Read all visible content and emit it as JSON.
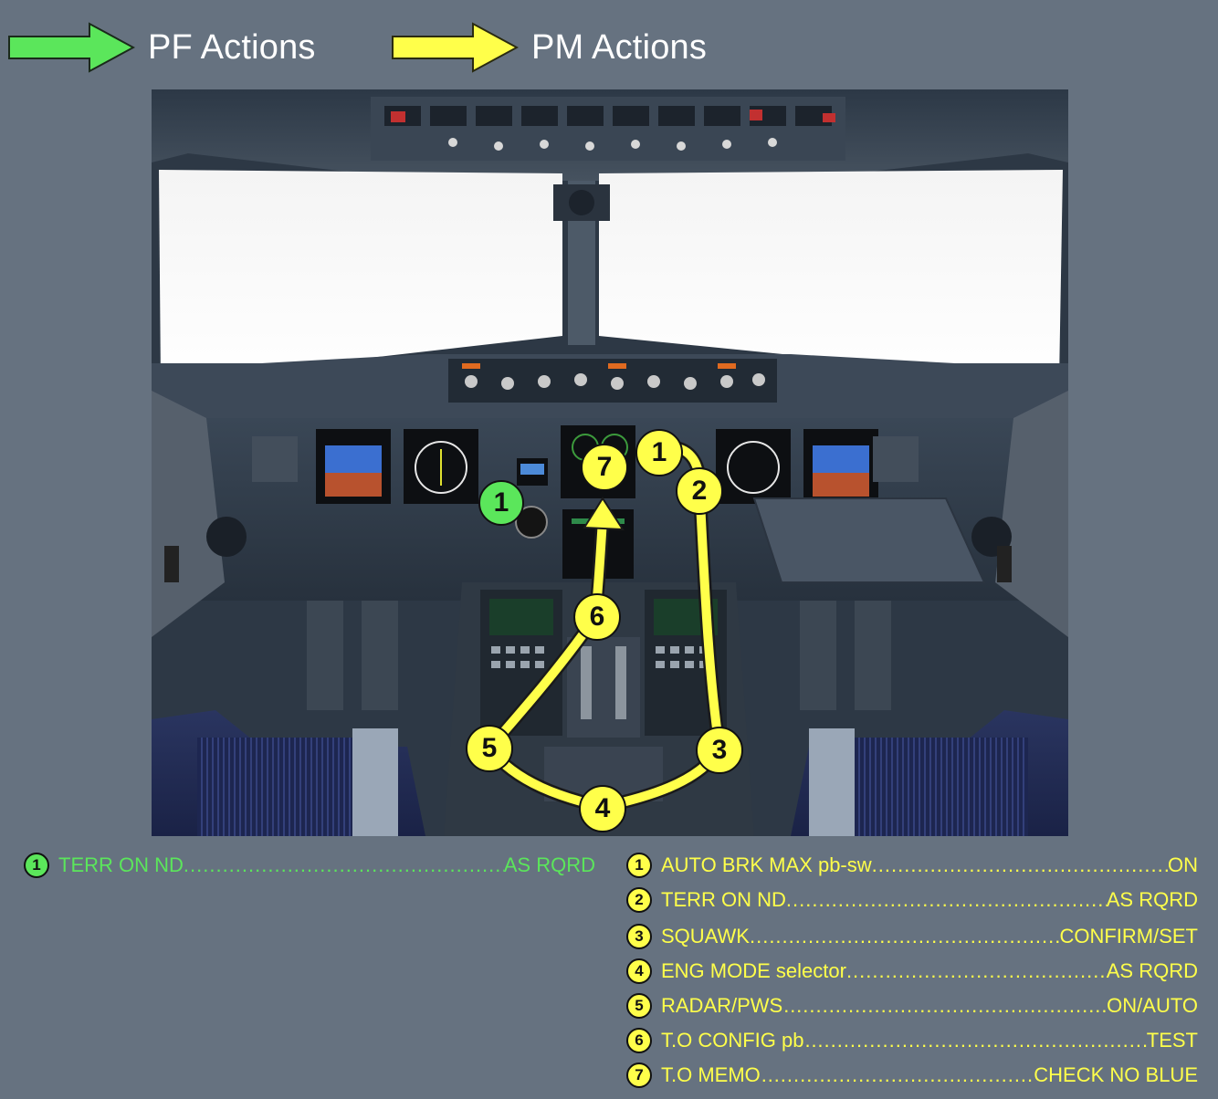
{
  "legend": {
    "pf": {
      "label": "PF Actions",
      "color": "#5be65b"
    },
    "pm": {
      "label": "PM Actions",
      "color": "#ffff4a"
    }
  },
  "photo_markers": {
    "pf": [
      "1"
    ],
    "pm": [
      "1",
      "2",
      "3",
      "4",
      "5",
      "6",
      "7"
    ]
  },
  "pf_steps": [
    {
      "num": "1",
      "item": "TERR ON ND",
      "value": "AS RQRD"
    }
  ],
  "pm_steps": [
    {
      "num": "1",
      "item": "AUTO BRK MAX pb-sw",
      "value": "ON"
    },
    {
      "num": "2",
      "item": "TERR ON ND",
      "value": "AS RQRD"
    },
    {
      "num": "3",
      "item": "SQUAWK",
      "value": "CONFIRM/SET"
    },
    {
      "num": "4",
      "item": "ENG MODE selector",
      "value": "AS RQRD"
    },
    {
      "num": "5",
      "item": "RADAR/PWS…",
      "value": "ON/AUTO"
    },
    {
      "num": "6",
      "item": "T.O CONFIG pb…",
      "value": "TEST"
    },
    {
      "num": "7",
      "item": "T.O MEMO…",
      "value": "CHECK NO BLUE"
    }
  ]
}
